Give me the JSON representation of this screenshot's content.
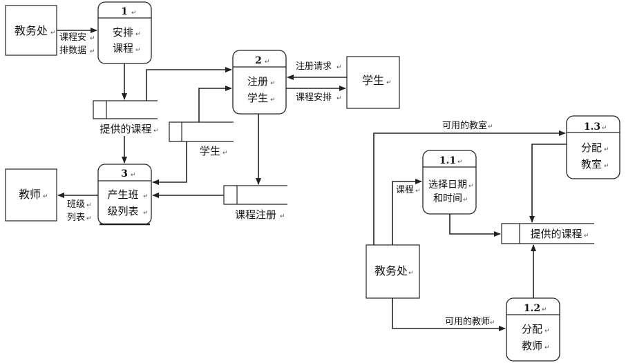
{
  "left_diagram": {
    "entities": {
      "academic_office": "教务处",
      "teacher": "教师",
      "student": "学生"
    },
    "processes": {
      "p1": {
        "id": "1",
        "line1": "安排",
        "line2": "课程"
      },
      "p2": {
        "id": "2",
        "line1": "注册",
        "line2": "学生"
      },
      "p3": {
        "id": "3",
        "line1": "产生班",
        "line2": "级列表"
      }
    },
    "stores": {
      "offered_courses": "提供的课程",
      "students": "学生",
      "course_registration": "课程注册"
    },
    "flows": {
      "schedule_data_1": "课程安",
      "schedule_data_2": "排数据",
      "registration_request": "注册请求",
      "course_schedule": "课程安排",
      "class_list_1": "班级",
      "class_list_2": "列表"
    }
  },
  "right_diagram": {
    "entities": {
      "academic_office": "教务处"
    },
    "processes": {
      "p11": {
        "id": "1.1",
        "line1": "选择日期",
        "line2": "和时间"
      },
      "p12": {
        "id": "1.2",
        "line1": "分配",
        "line2": "教师"
      },
      "p13": {
        "id": "1.3",
        "line1": "分配",
        "line2": "教室"
      }
    },
    "stores": {
      "offered_courses": "提供的课程"
    },
    "flows": {
      "available_rooms": "可用的教室",
      "course": "课程",
      "available_teachers": "可用的教师"
    }
  },
  "paragraph_mark": "↵"
}
